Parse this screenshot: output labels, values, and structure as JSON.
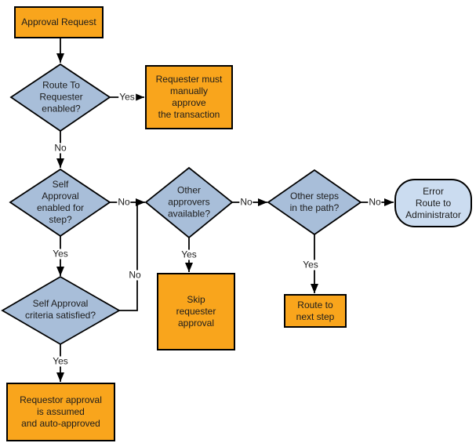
{
  "diagram": {
    "colors": {
      "process_fill": "#F9A51C",
      "decision_fill": "#A8BED9",
      "terminator_fill": "#CBDCF0",
      "connector": "#000000",
      "node_border": "#000000",
      "label_text": "#1C1C1C"
    },
    "nodes": {
      "approval_request": "Approval Request",
      "route_to_requester_enabled": "Route To\nRequester\nenabled?",
      "requester_must_manually_approve": "Requester must\nmanually\napprove\nthe transaction",
      "self_approval_enabled": "Self\nApproval\nenabled for\nstep?",
      "other_approvers_available": "Other\napprovers\navailable?",
      "other_steps_in_path": "Other steps\nin the path?",
      "error_route_to_administrator": "Error\nRoute to\nAdministrator",
      "skip_requester_approval": "Skip\nrequester\napproval",
      "route_to_next_step": "Route to\nnext step",
      "self_approval_criteria": "Self Approval\ncriteria satisfied?",
      "requestor_approval_assumed": "Requestor approval\nis assumed\nand auto-approved"
    },
    "edge_labels": {
      "yes": "Yes",
      "no": "No"
    }
  }
}
